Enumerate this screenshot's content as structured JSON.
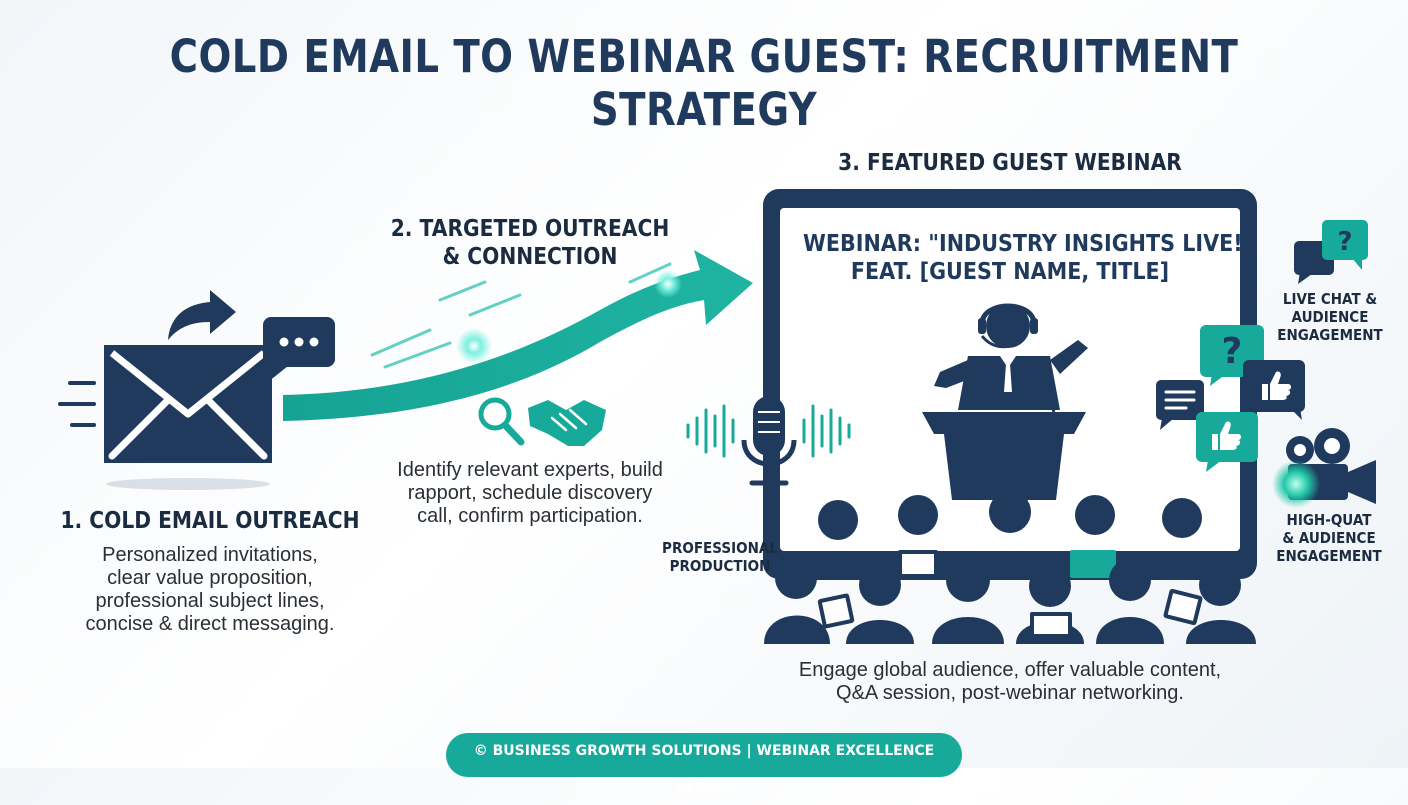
{
  "title": "COLD EMAIL TO WEBINAR GUEST: RECRUITMENT STRATEGY",
  "step1": {
    "heading": "1. COLD EMAIL OUTREACH",
    "lines": [
      "Personalized invitations,",
      "clear value proposition,",
      "professional subject lines,",
      "concise & direct messaging."
    ]
  },
  "step2": {
    "heading_lines": [
      "2. TARGETED OUTREACH",
      "& CONNECTION"
    ],
    "lines": [
      "Identify relevant experts, build",
      "rapport, schedule discovery",
      "call, confirm participation."
    ]
  },
  "step3": {
    "heading": "3. FEATURED GUEST WEBINAR",
    "screen_lines": [
      "WEBINAR: \"INDUSTRY INSIGHTS LIVE!\"",
      "FEAT. [GUEST NAME, TITLE]"
    ],
    "lines": [
      "Engage global audience, offer valuable content,",
      "Q&A session, post-webinar networking."
    ]
  },
  "labels": {
    "production": [
      "PROFESSIONAL",
      "PRODUCTION"
    ],
    "live_chat": [
      "LIVE CHAT &",
      "AUDIENCE",
      "ENGAGEMENT"
    ],
    "high_quat": [
      "HIGH-QUAT",
      "& AUDIENCE",
      "ENGAGEMENT"
    ]
  },
  "footer": "© BUSINESS GROWTH SOLUTIONS | WEBINAR EXCELLENCE SERIES",
  "colors": {
    "navy": "#1f3a5c",
    "teal": "#17a99a",
    "text": "#2a2f36"
  },
  "icons": [
    "envelope-icon",
    "forward-arrow-icon",
    "chat-bubble-icon",
    "magnifier-icon",
    "handshake-icon",
    "microphone-icon",
    "speaker-person-icon",
    "question-bubble-icon",
    "thumbs-up-icon",
    "video-camera-icon"
  ]
}
